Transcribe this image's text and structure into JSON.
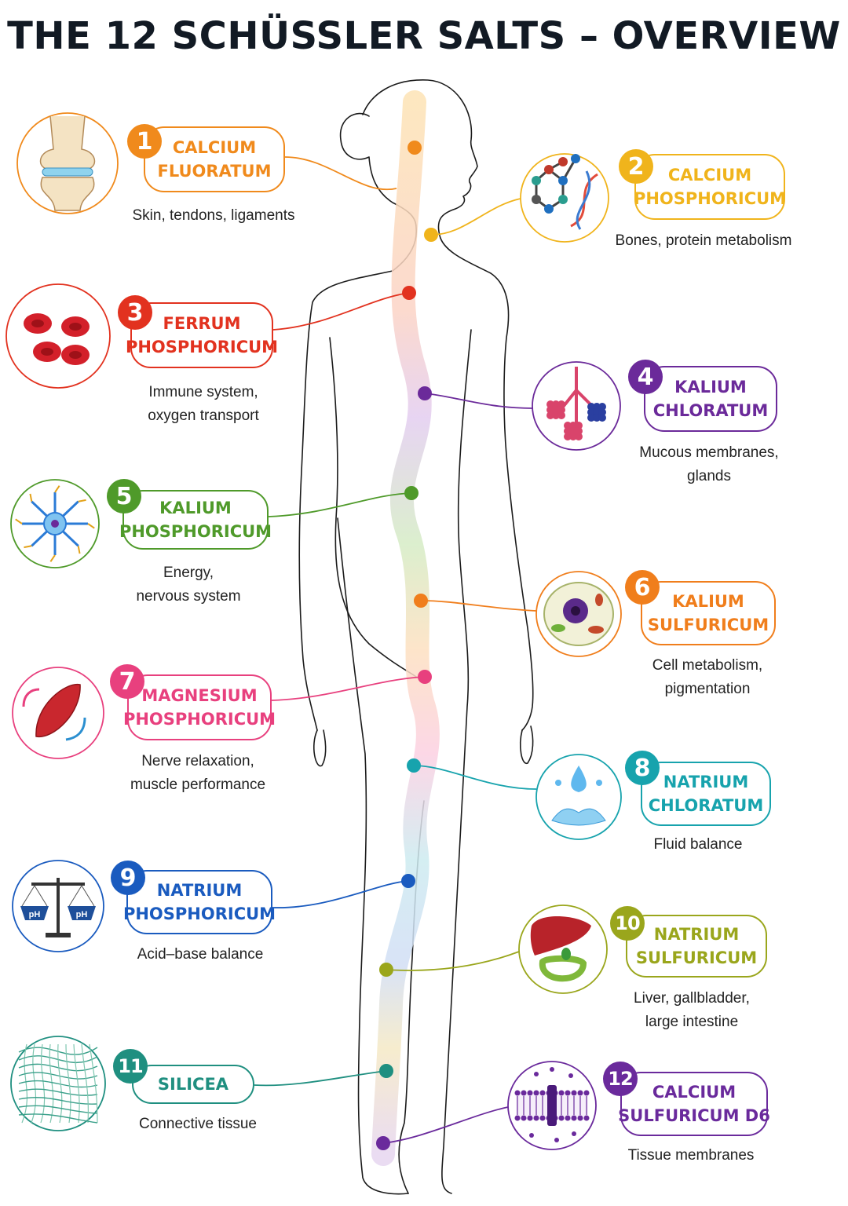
{
  "title": "THE 12 SCHÜSSLER SALTS – OVERVIEW",
  "salts": [
    {
      "number": "1",
      "name_line1": "CALCIUM",
      "name_line2": "FLUORATUM",
      "desc_line1": "Skin, tendons, ligaments",
      "desc_line2": "",
      "color": "#f08a1c",
      "icon": "knee-joint-icon"
    },
    {
      "number": "2",
      "name_line1": "CALCIUM",
      "name_line2": "PHOSPHORICUM",
      "desc_line1": "Bones, protein metabolism",
      "desc_line2": "",
      "color": "#f0b41c",
      "icon": "molecule-dna-icon"
    },
    {
      "number": "3",
      "name_line1": "FERRUM",
      "name_line2": "PHOSPHORICUM",
      "desc_line1": "Immune system,",
      "desc_line2": "oxygen transport",
      "color": "#e2321f",
      "icon": "red-blood-cells-icon"
    },
    {
      "number": "4",
      "name_line1": "KALIUM",
      "name_line2": "CHLORATUM",
      "desc_line1": "Mucous membranes,",
      "desc_line2": "glands",
      "color": "#6b2a9a",
      "icon": "glands-icon"
    },
    {
      "number": "5",
      "name_line1": "KALIUM",
      "name_line2": "PHOSPHORICUM",
      "desc_line1": "Energy,",
      "desc_line2": "nervous system",
      "color": "#4f9a2a",
      "icon": "neuron-icon"
    },
    {
      "number": "6",
      "name_line1": "KALIUM",
      "name_line2": "SULFURICUM",
      "desc_line1": "Cell metabolism,",
      "desc_line2": "pigmentation",
      "color": "#f07e1c",
      "icon": "cell-icon"
    },
    {
      "number": "7",
      "name_line1": "MAGNESIUM",
      "name_line2": "PHOSPHORICUM",
      "desc_line1": "Nerve relaxation,",
      "desc_line2": "muscle performance",
      "color": "#e8407e",
      "icon": "muscle-icon"
    },
    {
      "number": "8",
      "name_line1": "NATRIUM",
      "name_line2": "CHLORATUM",
      "desc_line1": "Fluid balance",
      "desc_line2": "",
      "color": "#17a3ad",
      "icon": "water-drop-icon"
    },
    {
      "number": "9",
      "name_line1": "NATRIUM",
      "name_line2": "PHOSPHORICUM",
      "desc_line1": "Acid–base balance",
      "desc_line2": "",
      "color": "#1a5bbf",
      "icon": "balance-scale-icon",
      "icon_text": "pH"
    },
    {
      "number": "10",
      "name_line1": "NATRIUM",
      "name_line2": "SULFURICUM",
      "desc_line1": "Liver, gallbladder,",
      "desc_line2": "large intestine",
      "color": "#9aa61c",
      "icon": "liver-intestine-icon"
    },
    {
      "number": "11",
      "name_line1": "SILICEA",
      "name_line2": "",
      "desc_line1": "Connective tissue",
      "desc_line2": "",
      "color": "#1f8f80",
      "icon": "connective-tissue-icon"
    },
    {
      "number": "12",
      "name_line1": "CALCIUM",
      "name_line2": "SULFURICUM D6",
      "desc_line1": "Tissue membranes",
      "desc_line2": "",
      "color": "#6a2a9c",
      "icon": "cell-membrane-icon"
    }
  ]
}
